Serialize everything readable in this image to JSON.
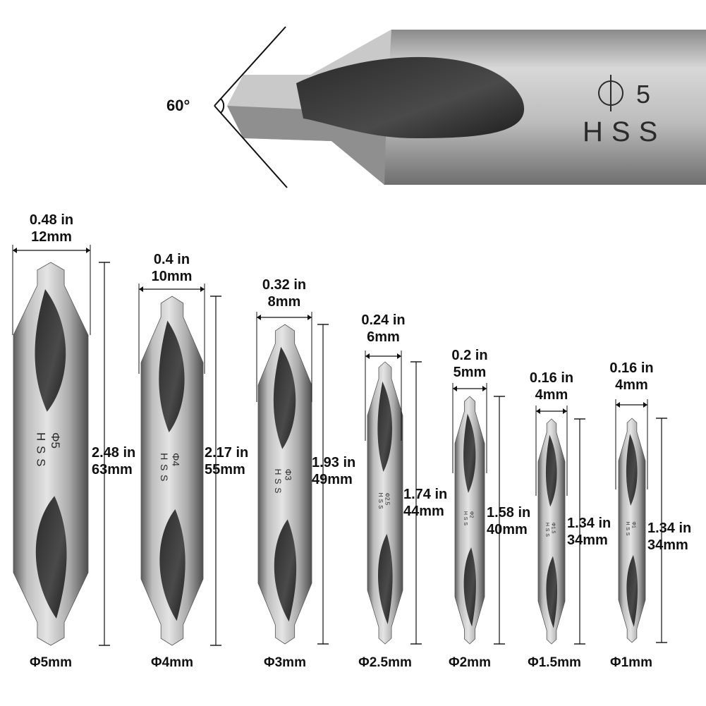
{
  "hero": {
    "angle_label": "60°",
    "engraving_size": "5",
    "engraving_material": "HSS"
  },
  "bits": [
    {
      "diameter_label": "Φ5mm",
      "engraving": "5",
      "width_in": "0.48 in",
      "width_mm": "12mm",
      "length_in": "2.48 in",
      "length_mm": "63mm"
    },
    {
      "diameter_label": "Φ4mm",
      "engraving": "4",
      "width_in": "0.4 in",
      "width_mm": "10mm",
      "length_in": "2.17 in",
      "length_mm": "55mm"
    },
    {
      "diameter_label": "Φ3mm",
      "engraving": "3",
      "width_in": "0.32 in",
      "width_mm": "8mm",
      "length_in": "1.93 in",
      "length_mm": "49mm"
    },
    {
      "diameter_label": "Φ2.5mm",
      "engraving": "2.5",
      "width_in": "0.24 in",
      "width_mm": "6mm",
      "length_in": "1.74 in",
      "length_mm": "44mm"
    },
    {
      "diameter_label": "Φ2mm",
      "engraving": "2",
      "width_in": "0.2 in",
      "width_mm": "5mm",
      "length_in": "1.58 in",
      "length_mm": "40mm"
    },
    {
      "diameter_label": "Φ1.5mm",
      "engraving": "1.5",
      "width_in": "0.16 in",
      "width_mm": "4mm",
      "length_in": "1.34 in",
      "length_mm": "34mm"
    },
    {
      "diameter_label": "Φ1mm",
      "engraving": "1",
      "width_in": "0.16 in",
      "width_mm": "4mm",
      "length_in": "1.34 in",
      "length_mm": "34mm"
    }
  ],
  "engraving_material": "HSS"
}
